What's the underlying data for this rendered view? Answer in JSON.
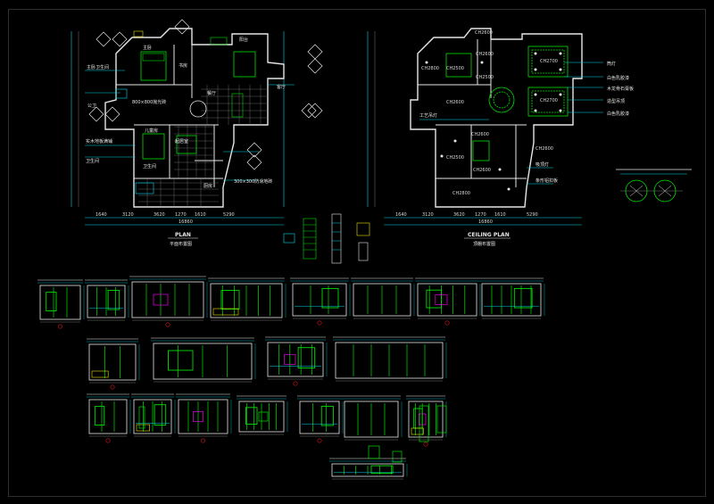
{
  "floor_plan": {
    "title_en": "PLAN",
    "title_cn": "平面布置图",
    "dimensions": [
      "1640",
      "3120",
      "3620",
      "1270",
      "1610",
      "5290"
    ],
    "total_dimension": "16860",
    "room_labels": [
      "主卧",
      "书房",
      "阳台",
      "主卧卫生间",
      "客厅",
      "餐厅",
      "公卫",
      "儿童房",
      "卫生间",
      "起居室",
      "厨房",
      "800×800抛光砖",
      "300×300防滑地砖",
      "实木地板满铺",
      "卫生间"
    ]
  },
  "ceiling_plan": {
    "title_en": "CEILING PLAN",
    "title_cn": "顶棚布置图",
    "dimensions": [
      "1640",
      "3120",
      "3620",
      "1270",
      "1610",
      "5290"
    ],
    "total_dimension": "16860",
    "level_labels": [
      "CH2600",
      "CH2800",
      "CH2600",
      "CH2700",
      "CH2500",
      "CH2500",
      "CH2700",
      "CH2600",
      "CH2600",
      "CH2500",
      "CH2600",
      "CH2600",
      "CH2800"
    ],
    "legend_notes": [
      "筒灯",
      "白色乳胶漆",
      "木龙骨石膏板",
      "造型吊顶",
      "白色乳胶漆",
      "工艺吊灯",
      "吸顶灯",
      "条形铝扣板"
    ]
  },
  "colors": {
    "green": "#00e000",
    "cyan": "#00d8e8",
    "white": "#e6e6e6",
    "gray": "#9a9a9a",
    "yellow": "#e8e000",
    "magenta": "#e800e8",
    "red": "#d81818",
    "background": "#000000"
  }
}
